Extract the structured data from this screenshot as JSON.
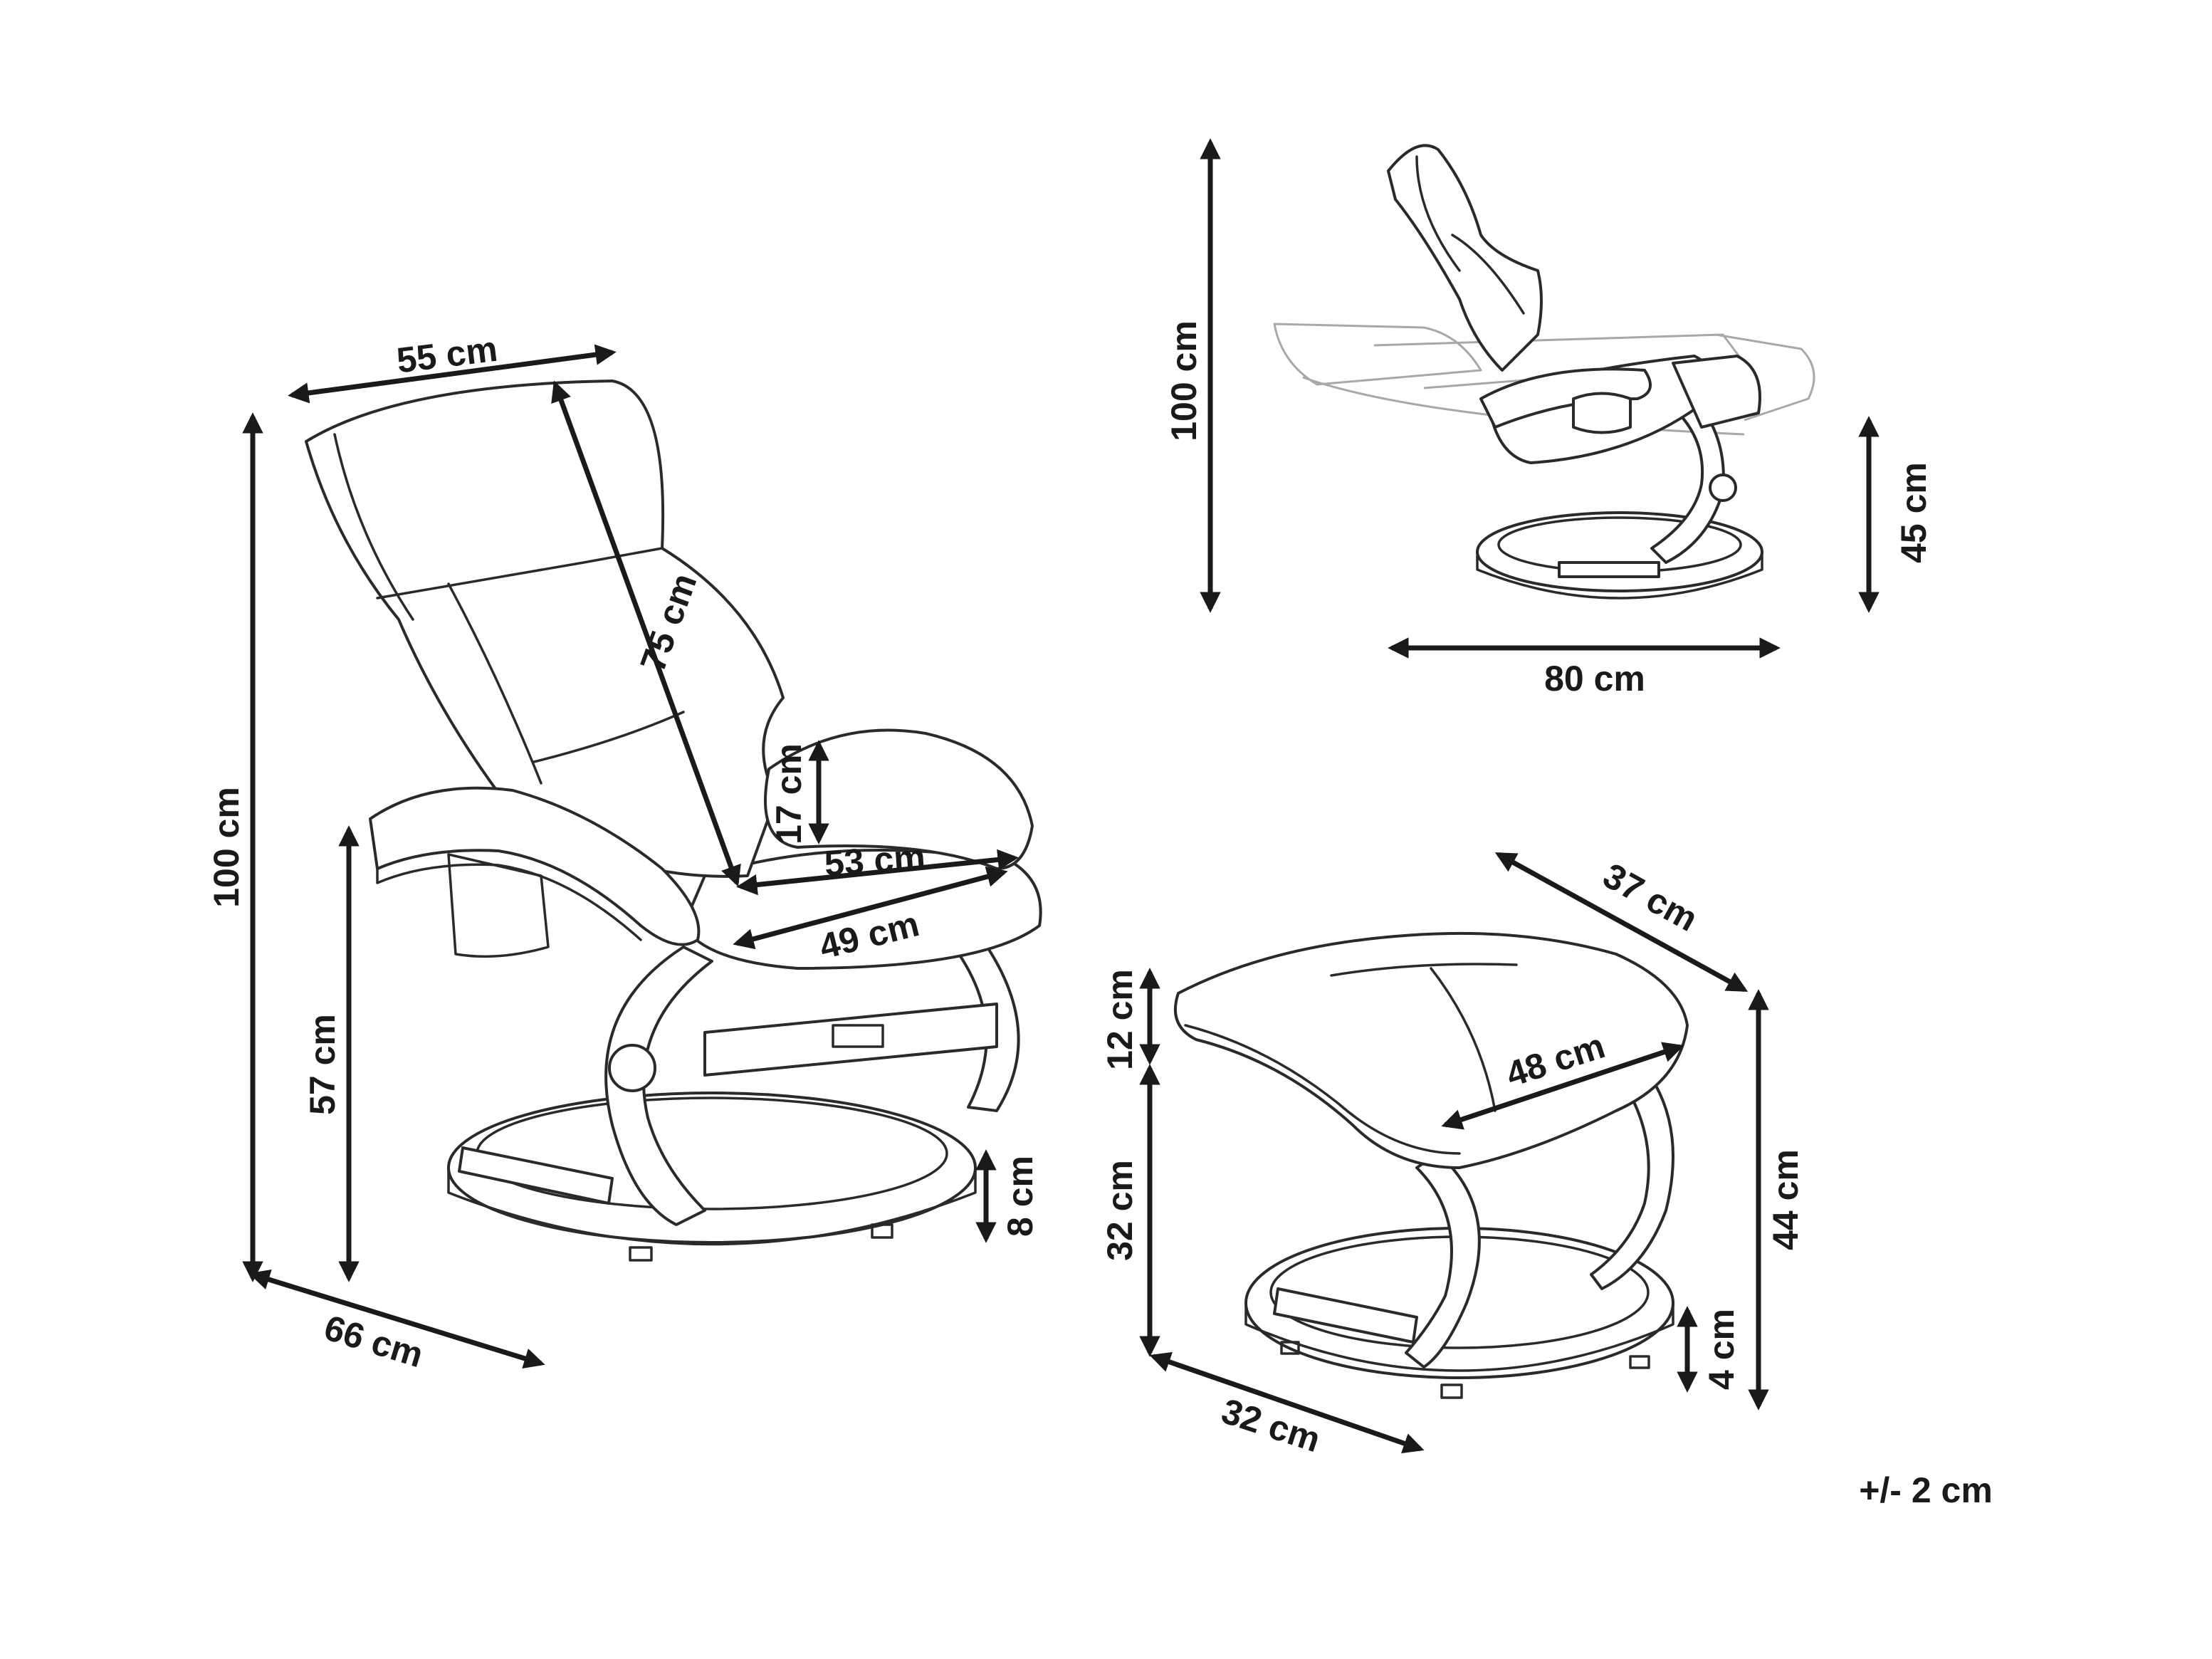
{
  "colors": {
    "line": "#1a1a1a",
    "outline": "#2a2a2a",
    "ghost": "#a8a8a8",
    "background": "#ffffff"
  },
  "chair": {
    "top_width": "55 cm",
    "back_height": "75 cm",
    "total_height": "100 cm",
    "floor_to_armrest": "57 cm",
    "armrest_to_seat": "17 cm",
    "seat_width": "53 cm",
    "seat_depth": "49 cm",
    "base_height": "8 cm",
    "depth": "66 cm"
  },
  "recline": {
    "height": "100 cm",
    "seat_height": "45 cm",
    "length": "80 cm"
  },
  "ottoman": {
    "width": "37 cm",
    "top_length": "48 cm",
    "cushion_height": "12 cm",
    "frame_height": "32 cm",
    "total_height": "44 cm",
    "base_height": "4 cm",
    "depth": "32 cm"
  },
  "tolerance": "+/- 2 cm"
}
